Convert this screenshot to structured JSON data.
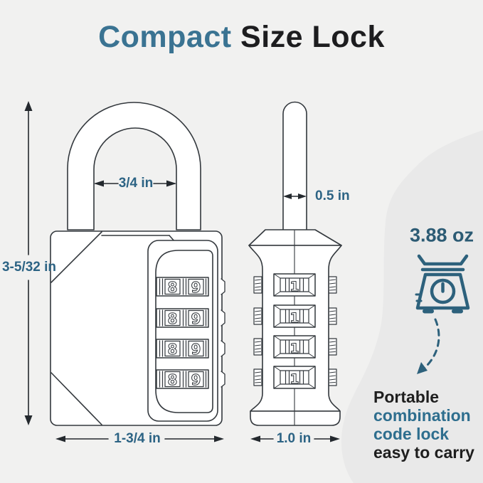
{
  "title": {
    "highlight": "Compact",
    "rest": "Size Lock"
  },
  "annotations": {
    "shackle_inner_width": "3/4 in",
    "shackle_diameter": "0.5 in",
    "body_height": "3-5/32 in",
    "body_width": "1-3/4 in",
    "body_depth": "1.0 in",
    "weight": "3.88 oz"
  },
  "caption": {
    "line1": "Portable",
    "line2": "combination",
    "line3": "code lock",
    "line4": "easy to carry"
  },
  "dials": {
    "front_left_digit": "8",
    "front_right_digit": "9",
    "side_digit": "1"
  },
  "icons": {
    "weight_icon": "scale-icon",
    "pointer_icon": "dashed-arrow-icon"
  },
  "colors": {
    "background": "#F1F1F0",
    "blob": "#E9E9E9",
    "accent_teal_title": "#3A7392",
    "dimension_label_teal": "#2C6384",
    "icon_teal": "#2D617C",
    "text_dark": "#1E1E1E",
    "line_art": "#33383D"
  }
}
